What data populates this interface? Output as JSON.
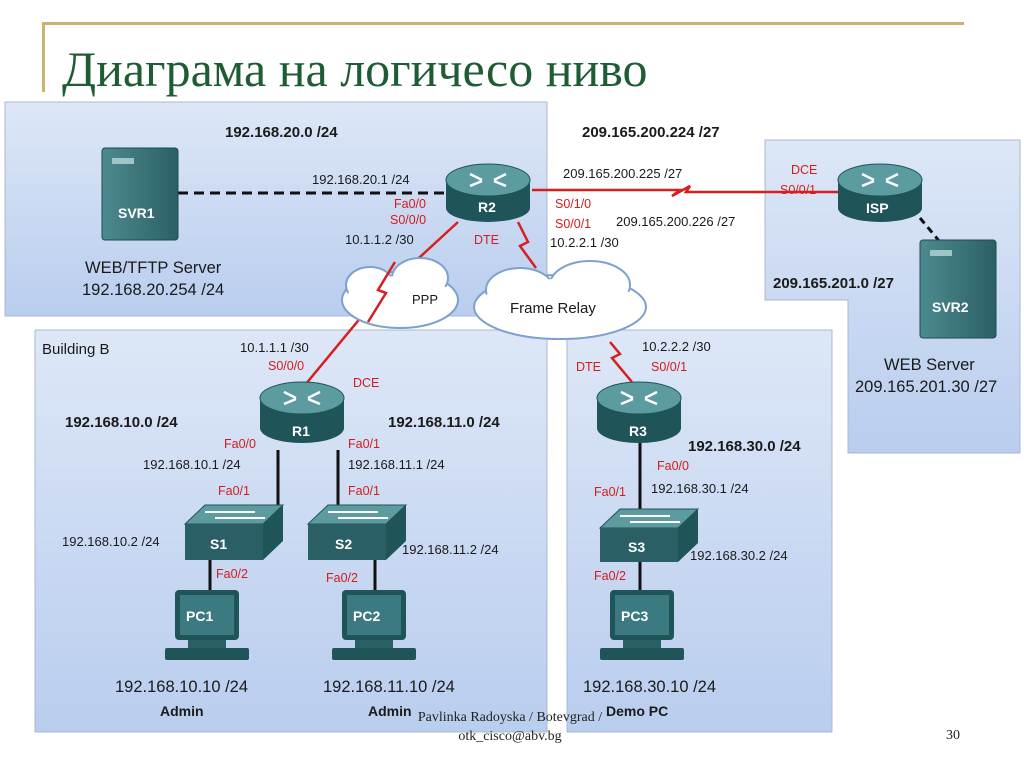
{
  "title": "Диаграма на логичесо ниво",
  "footer": {
    "line1": "Pavlinka Radoyska / Botevgrad /",
    "line2": "otk_cisco@abv.bg",
    "page": "30"
  },
  "areas": {
    "top_network": "192.168.20.0 /24",
    "isp_network": "209.165.200.224 /27",
    "isp_lan": "209.165.201.0 /27",
    "building_b": "Building B"
  },
  "clouds": {
    "ppp": "PPP",
    "frame_relay": "Frame Relay"
  },
  "devices": {
    "svr1": {
      "name": "SVR1",
      "role": "WEB/TFTP Server",
      "ip": "192.168.20.254 /24"
    },
    "svr2": {
      "name": "SVR2",
      "role": "WEB Server",
      "ip": "209.165.201.30 /27"
    },
    "r2": {
      "name": "R2"
    },
    "isp": {
      "name": "ISP"
    },
    "r1": {
      "name": "R1"
    },
    "r3": {
      "name": "R3"
    },
    "s1": {
      "name": "S1"
    },
    "s2": {
      "name": "S2"
    },
    "s3": {
      "name": "S3"
    },
    "pc1": {
      "name": "PC1",
      "ip": "192.168.10.10 /24",
      "role": "Admin"
    },
    "pc2": {
      "name": "PC2",
      "ip": "192.168.11.10 /24",
      "role": "Admin"
    },
    "pc3": {
      "name": "PC3",
      "ip": "192.168.30.10 /24",
      "role": "Demo PC"
    }
  },
  "labels": {
    "r2_fa00_ip": "192.168.20.1 /24",
    "r2_fa00": "Fa0/0",
    "r2_s000": "S0/0/0",
    "r2_s000_ip": "10.1.1.2 /30",
    "r2_dte": "DTE",
    "r2_s010_ip": "209.165.200.225 /27",
    "r2_s010": "S0/1/0",
    "r2_s001": "S0/0/1",
    "r2_s001_ip": "10.2.2.1 /30",
    "isp_dce": "DCE",
    "isp_s001": "S0/0/1",
    "isp_s001_ip": "209.165.200.226 /27",
    "r1_s000_ip": "10.1.1.1 /30",
    "r1_s000": "S0/0/0",
    "r1_dce": "DCE",
    "net_10": "192.168.10.0 /24",
    "net_11": "192.168.11.0 /24",
    "r1_fa00": "Fa0/0",
    "r1_fa00_ip": "192.168.10.1 /24",
    "r1_fa01": "Fa0/1",
    "r1_fa01_ip": "192.168.11.1 /24",
    "s1_fa01": "Fa0/1",
    "s2_fa01": "Fa0/1",
    "s1_ip": "192.168.10.2 /24",
    "s2_ip": "192.168.11.2 /24",
    "s1_fa02": "Fa0/2",
    "s2_fa02": "Fa0/2",
    "r3_s001_ip": "10.2.2.2 /30",
    "r3_dte": "DTE",
    "r3_s001": "S0/0/1",
    "net_30": "192.168.30.0 /24",
    "r3_fa00": "Fa0/0",
    "r3_fa00_ip": "192.168.30.1 /24",
    "s3_fa01": "Fa0/1",
    "s3_ip": "192.168.30.2 /24",
    "s3_fa02": "Fa0/2"
  }
}
